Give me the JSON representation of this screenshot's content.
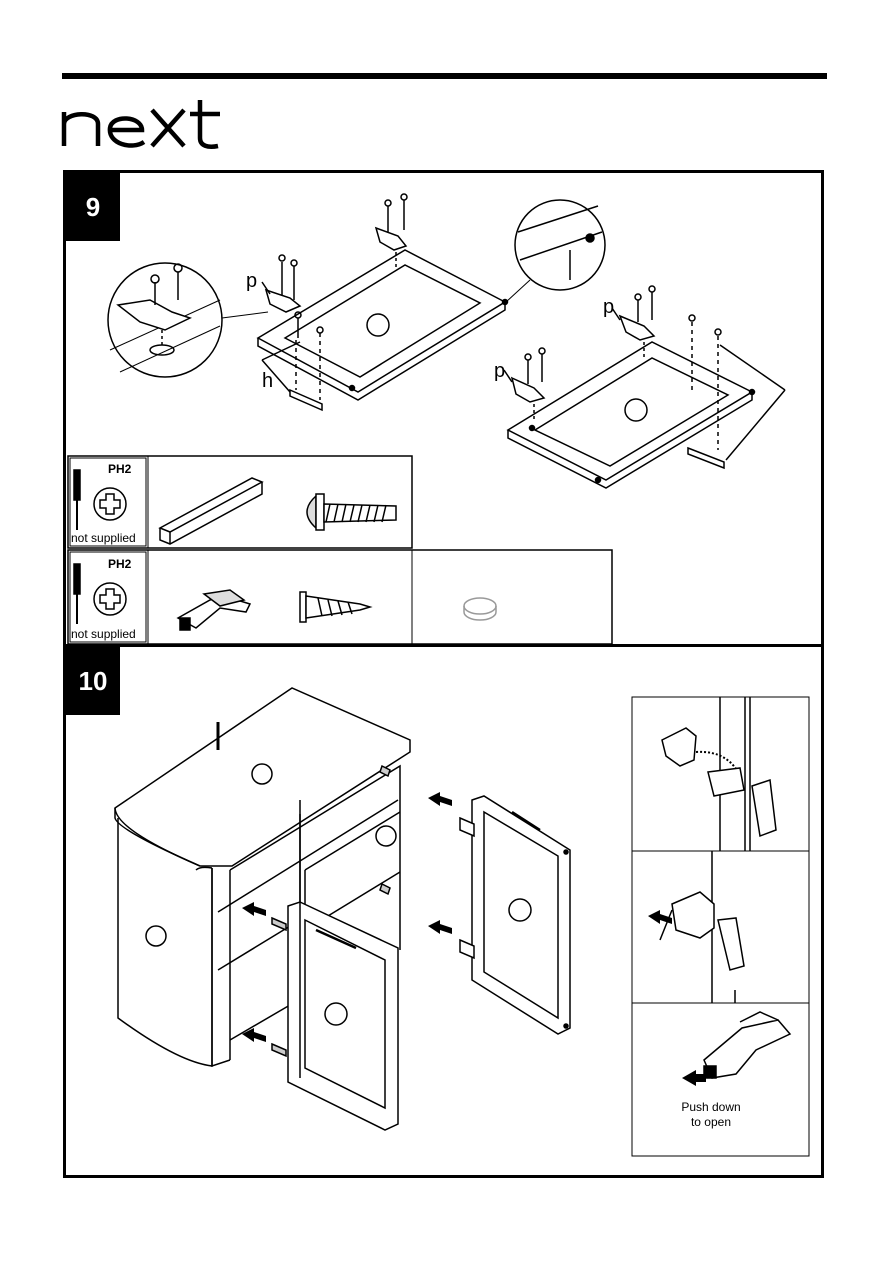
{
  "brand": {
    "logo_text": "next"
  },
  "steps": [
    {
      "number": "9"
    },
    {
      "number": "10"
    }
  ],
  "step9": {
    "part_labels": [
      "p",
      "p",
      "p",
      "h"
    ],
    "parts_tables": [
      {
        "tool": "PH2",
        "tool_note": "not supplied",
        "items": [
          "h-strip",
          "bolt-screw"
        ]
      },
      {
        "tool": "PH2",
        "tool_note": "not supplied",
        "items": [
          "hinge-p",
          "wood-screw",
          "dowel-cap"
        ]
      }
    ]
  },
  "step10": {
    "detail_caption": "Push down\nto open",
    "detail_caption_line1": "Push down",
    "detail_caption_line2": "to open"
  }
}
